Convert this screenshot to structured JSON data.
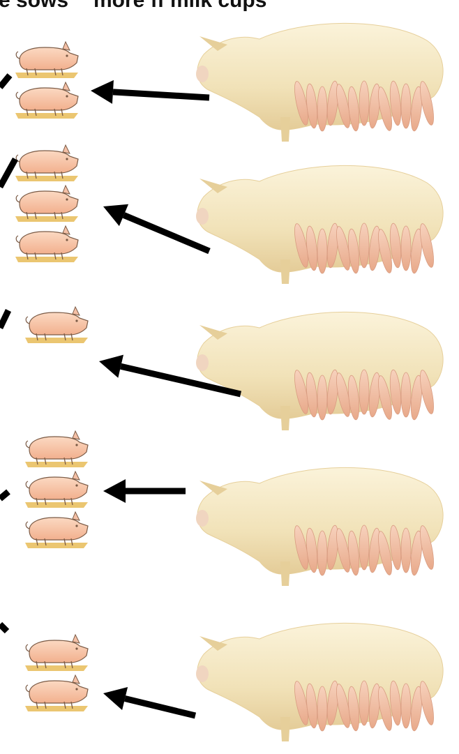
{
  "heading": {
    "left_text": "e sows",
    "right_text": "more ff milk cups"
  },
  "illustration": {
    "sow_icon": "lactating-sow-photo",
    "piglet_icon": "piglet-cartoon",
    "arrow_icon": "arrow-left-icon",
    "colors": {
      "arrow": "#000000",
      "sow_body": "#f3e7c4",
      "sow_shade": "#e6cf9a",
      "piglet_skin": "#f3b79a",
      "piglet_outline": "#7a5a45",
      "straw": "#e6b84e",
      "background": "#ffffff"
    }
  },
  "rows": [
    {
      "piglets": 2,
      "arrow": "arrow-left"
    },
    {
      "piglets": 3,
      "arrow": "arrow-up-left"
    },
    {
      "piglets": 1,
      "arrow": "arrow-up-left"
    },
    {
      "piglets": 3,
      "arrow": "arrow-left"
    },
    {
      "piglets": 2,
      "arrow": "arrow-up-left"
    }
  ]
}
